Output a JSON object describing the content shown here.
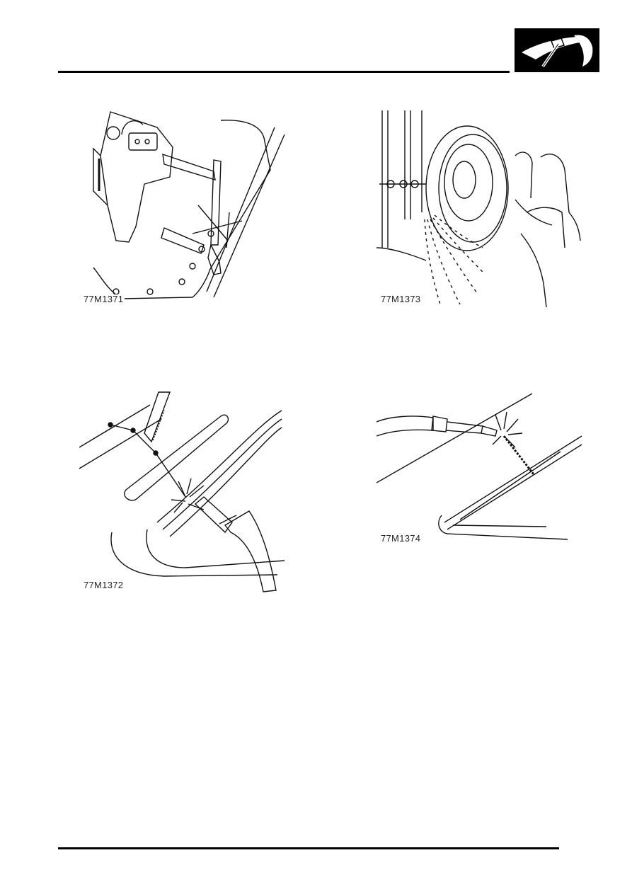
{
  "header": {
    "section_icon": "body-repair-hammer-icon"
  },
  "figures": [
    {
      "id": "fig-1",
      "label": "77M1371",
      "icon": "spot-weld-cutter-illustration"
    },
    {
      "id": "fig-2",
      "label": "77M1373",
      "icon": "grinding-disc-illustration"
    },
    {
      "id": "fig-3",
      "label": "77M1372",
      "icon": "saw-and-weld-torch-illustration"
    },
    {
      "id": "fig-4",
      "label": "77M1374",
      "icon": "seam-welding-torch-illustration"
    }
  ]
}
